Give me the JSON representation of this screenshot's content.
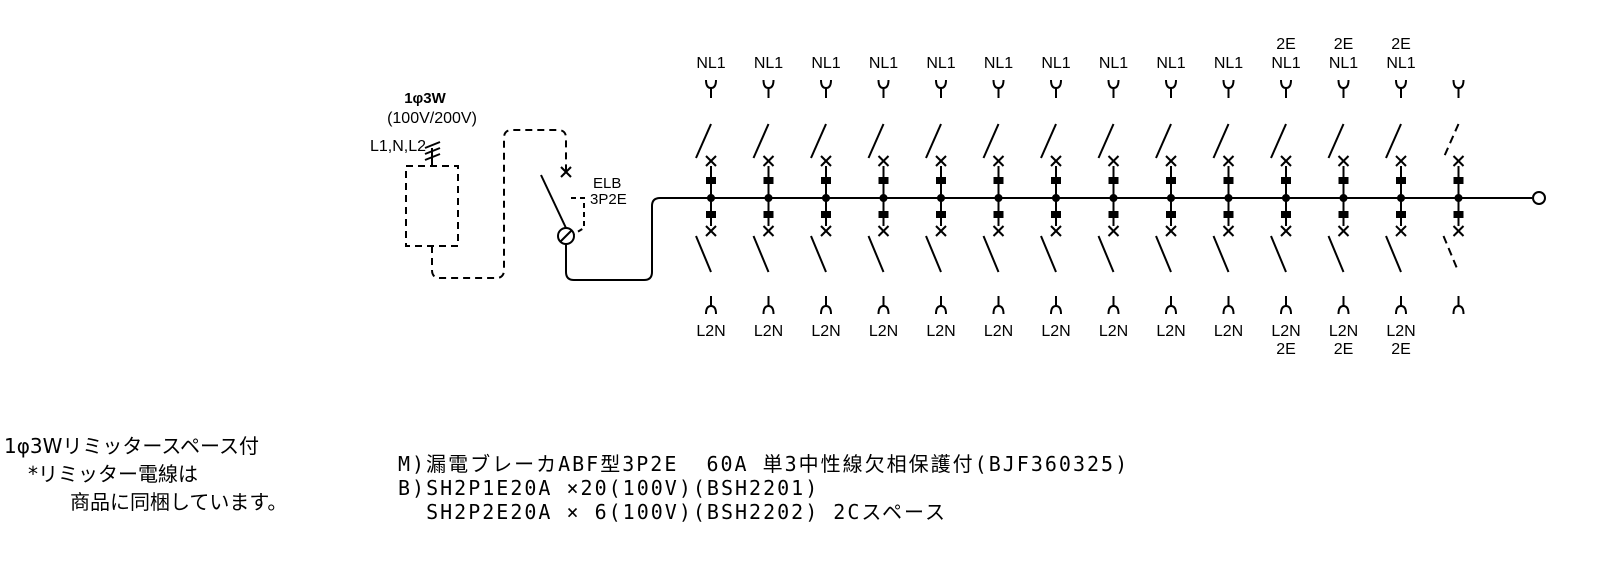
{
  "supply": {
    "phase": "1φ3W",
    "voltage": "(100V/200V)",
    "conductors": "L1,N,L2"
  },
  "main_breaker": {
    "type": "ELB",
    "poles": "3P2E"
  },
  "branch_top_labels": [
    {
      "line1": "",
      "line2": "NL1"
    },
    {
      "line1": "",
      "line2": "NL1"
    },
    {
      "line1": "",
      "line2": "NL1"
    },
    {
      "line1": "",
      "line2": "NL1"
    },
    {
      "line1": "",
      "line2": "NL1"
    },
    {
      "line1": "",
      "line2": "NL1"
    },
    {
      "line1": "",
      "line2": "NL1"
    },
    {
      "line1": "",
      "line2": "NL1"
    },
    {
      "line1": "",
      "line2": "NL1"
    },
    {
      "line1": "",
      "line2": "NL1"
    },
    {
      "line1": "2E",
      "line2": "NL1"
    },
    {
      "line1": "2E",
      "line2": "NL1"
    },
    {
      "line1": "2E",
      "line2": "NL1"
    },
    {
      "line1": "",
      "line2": ""
    }
  ],
  "branch_bottom_labels": [
    {
      "line1": "L2N",
      "line2": ""
    },
    {
      "line1": "L2N",
      "line2": ""
    },
    {
      "line1": "L2N",
      "line2": ""
    },
    {
      "line1": "L2N",
      "line2": ""
    },
    {
      "line1": "L2N",
      "line2": ""
    },
    {
      "line1": "L2N",
      "line2": ""
    },
    {
      "line1": "L2N",
      "line2": ""
    },
    {
      "line1": "L2N",
      "line2": ""
    },
    {
      "line1": "L2N",
      "line2": ""
    },
    {
      "line1": "L2N",
      "line2": ""
    },
    {
      "line1": "L2N",
      "line2": "2E"
    },
    {
      "line1": "L2N",
      "line2": "2E"
    },
    {
      "line1": "L2N",
      "line2": "2E"
    },
    {
      "line1": "",
      "line2": ""
    }
  ],
  "spare_column_index": 13,
  "notes": {
    "line1": "1φ3Wリミッタースペース付",
    "line2": "*リミッター電線は",
    "line3": "商品に同梱しています。"
  },
  "specs": {
    "line1": "M)漏電ブレーカABF型3P2E  60A 単3中性線欠相保護付(BJF360325)",
    "line2": "B)SH2P1E20A ×20(100V)(BSH2201)",
    "line3": "  SH2P2E20A × 6(100V)(BSH2202) 2Cスペース"
  }
}
